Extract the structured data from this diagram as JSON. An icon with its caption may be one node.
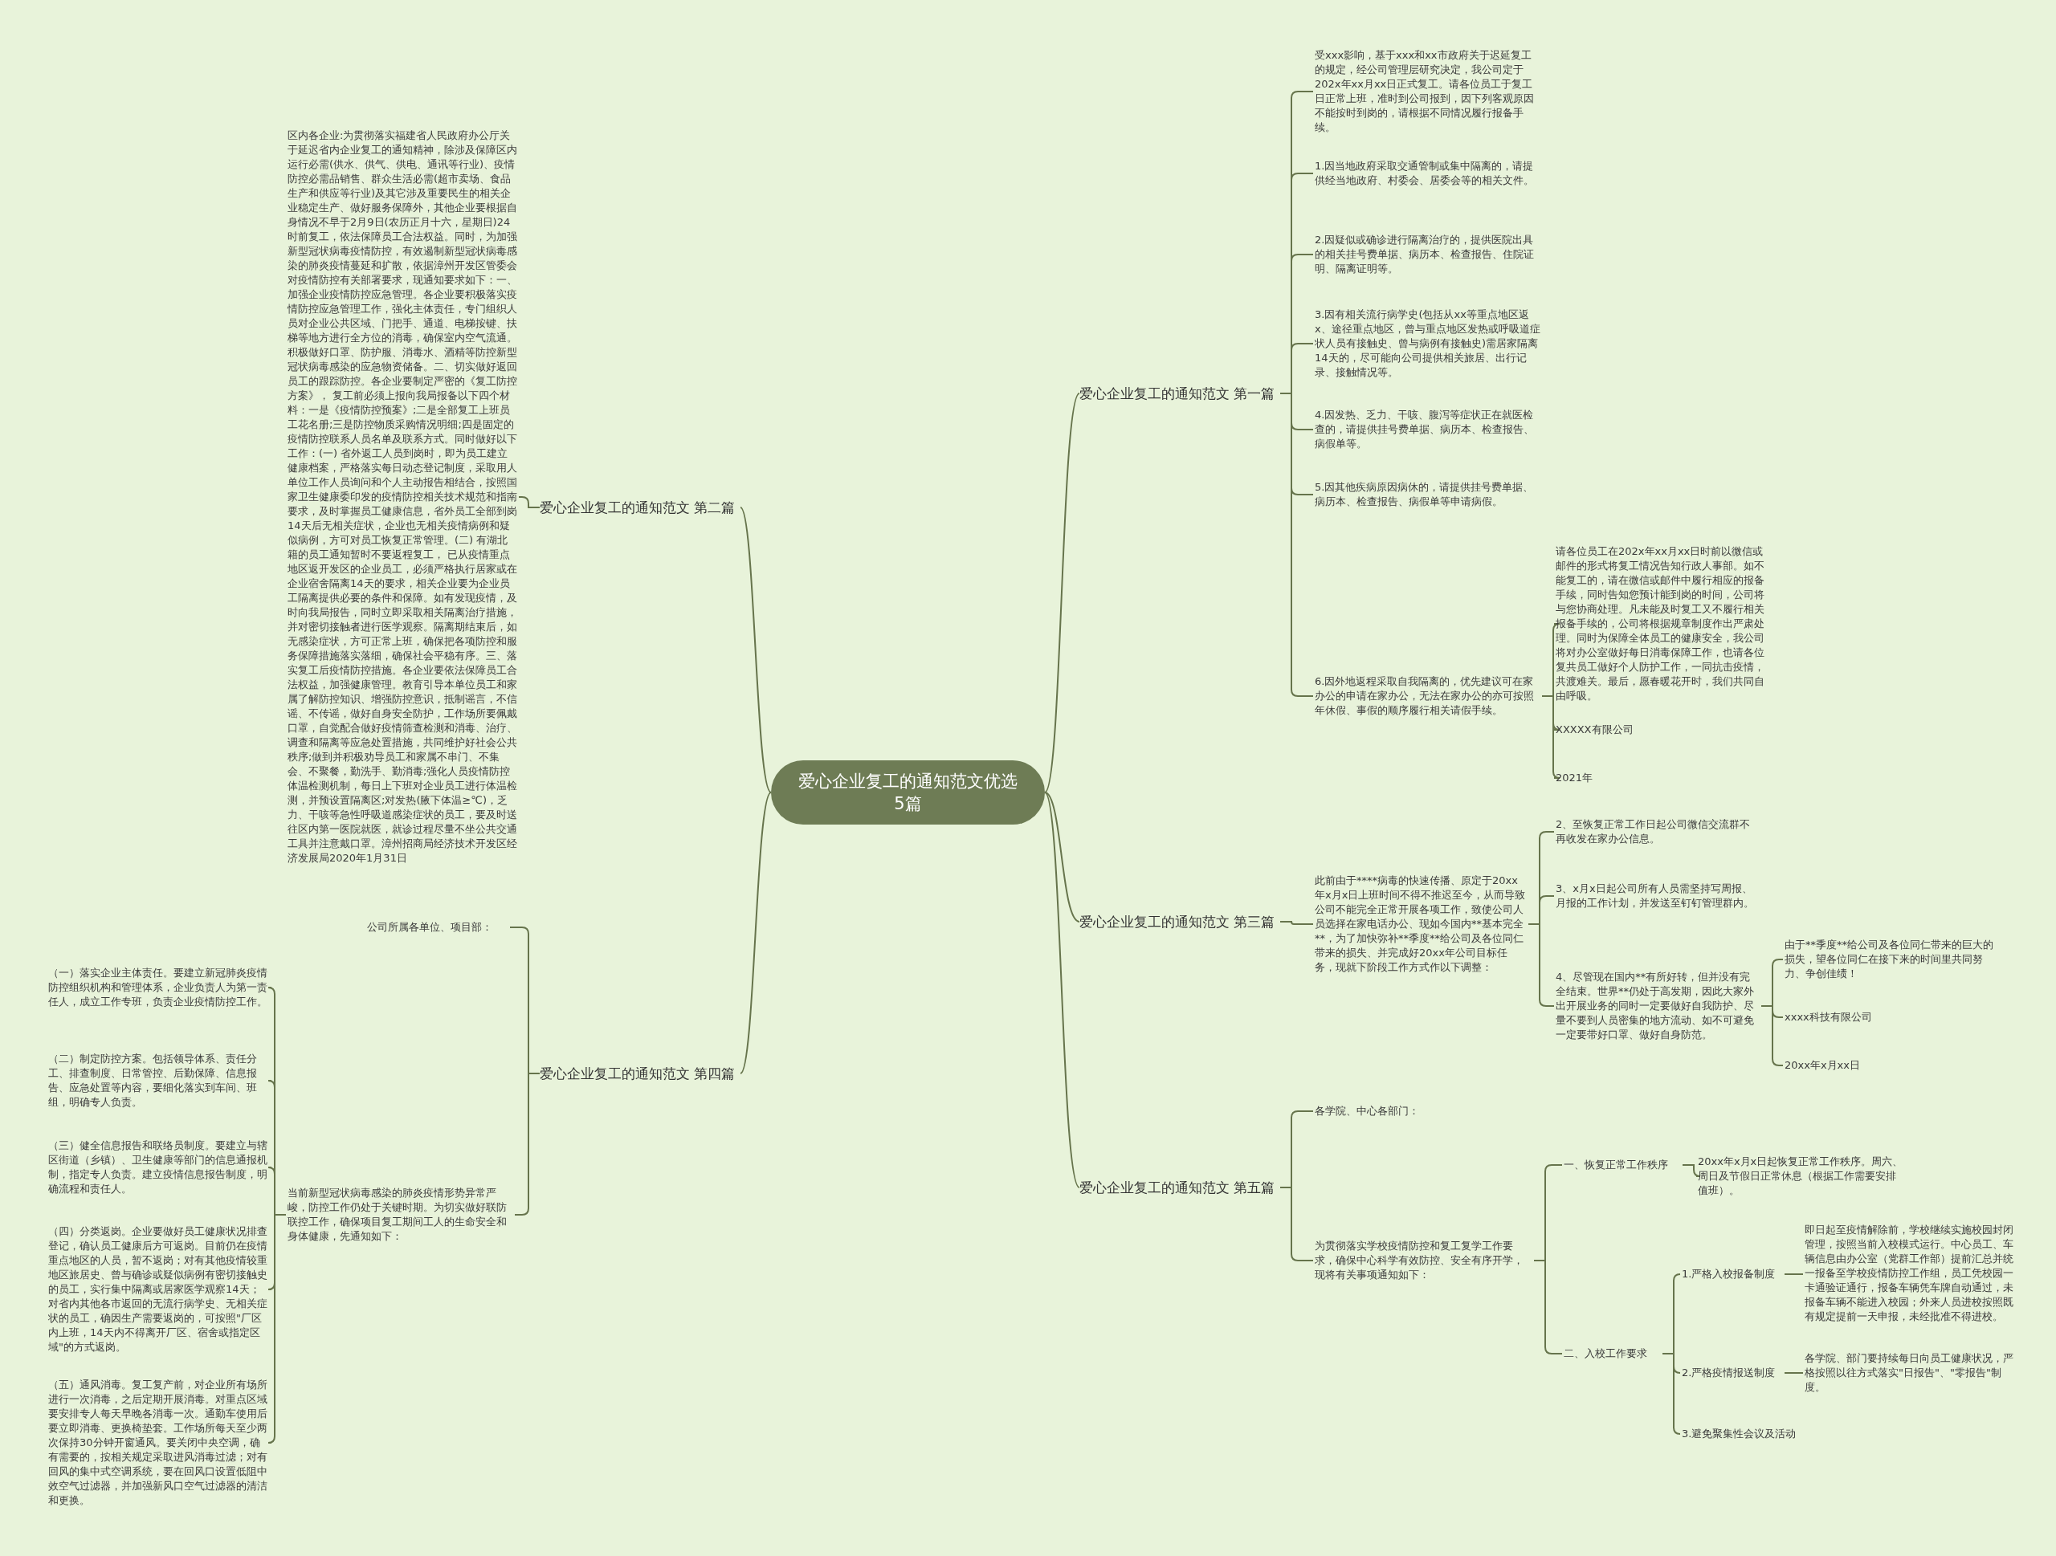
{
  "diagram": {
    "nodes": [
      {
        "text": [
          "爱心企业复工的通知范文优选5篇"
        ]
      },
      {
        "text": [
          "爱心企业复工的通知范文 第一篇"
        ]
      },
      {
        "text": [
          "受xxx影响，基于xxx和xx市政府关于迟延复工的规定，经公司管理层研究决定，我公司定于202x年xx月xx日正式复工。请各位员工于复工日正常上班，准时到公司报到，因下列客观原因不能按时到岗的，请根据不同情况履行报备手续。"
        ]
      },
      {
        "text": [
          "1.因当地政府采取交通管制或集中隔离的，请提供经当地政府、村委会、居委会等的相关文件。"
        ]
      },
      {
        "text": [
          "2.因疑似或确诊进行隔离治疗的，提供医院出具的相关挂号费单据、病历本、检查报告、住院证明、隔离证明等。"
        ]
      },
      {
        "text": [
          "3.因有相关流行病学史(包括从xx等重点地区返x、途径重点地区，曾与重点地区发热或呼吸道症状人员有接触史、曾与病例有接触史)需居家隔离14天的，尽可能向公司提供相关旅居、出行记录、接触情况等。"
        ]
      },
      {
        "text": [
          "4.因发热、乏力、干咳、腹泻等症状正在就医检查的，请提供挂号费单据、病历本、检查报告、病假单等。"
        ]
      },
      {
        "text": [
          "5.因其他疾病原因病休的，请提供挂号费单据、病历本、检查报告、病假单等申请病假。"
        ]
      },
      {
        "text": [
          "6.因外地返程采取自我隔离的，优先建议可在家办公的申请在家办公，无法在家办公的亦可按照年休假、事假的顺序履行相关请假手续。"
        ]
      },
      {
        "text": [
          "请各位员工在202x年xx月xx日时前以微信或邮件的形式将复工情况告知行政人事部。如不能复工的，请在微信或邮件中履行相应的报备手续，同时告知您预计能到岗的时间，公司将与您协商处理。凡未能及时复工又不履行相关报备手续的，公司将根据规章制度作出严肃处理。同时为保障全体员工的健康安全，我公司将对办公室做好每日消毒保障工作，也请各位复共员工做好个人防护工作，一同抗击疫情，共渡难关。最后，愿春暖花开时，我们共同自由呼吸。"
        ]
      },
      {
        "text": [
          "XXXXX有限公司"
        ]
      },
      {
        "text": [
          "2021年"
        ]
      },
      {
        "text": [
          "爱心企业复工的通知范文 第二篇"
        ]
      },
      {
        "text": [
          "区内各企业:为贯彻落实福建省人民政府办公厅关于延迟省内企业复工的通知精神，除涉及保障区内运行必需(供水、供气、供电、通讯等行业)、疫情防控必需品销售、群众生活必需(超市卖场、食品生产和供应等行业)及其它涉及重要民生的相关企业稳定生产、做好服务保障外，其他企业要根据自身情况不早于2月9日(农历正月十六，星期日)24时前复工，依法保障员工合法权益。同时，为加强新型冠状病毒疫情防控，有效遏制新型冠状病毒感染的肺炎疫情蔓延和扩散，依据漳州开发区管委会对疫情防控有关部署要求，现通知要求如下：一、加强企业疫情防控应急管理。各企业要积极落实疫情防控应急管理工作，强化主体责任，专门组织人员对企业公共区域、门把手、通道、电梯按键、扶梯等地方进行全方位的消毒，确保室内空气流通。积极做好口罩、防护服、消毒水、酒精等防控新型冠状病毒感染的应急物资储备。二、切实做好返回员工的跟踪防控。各企业要制定严密的《复工防控方案》， 复工前必须上报向我局报备以下四个材料：一是《疫情防控预案》;二是全部复工上班员工花名册;三是防控物质采购情况明细;四是固定的疫情防控联系人员名单及联系方式。同时做好以下工作：(一) 省外返工人员到岗时，即为员工建立健康档案，严格落实每日动态登记制度，采取用人单位工作人员询问和个人主动报告相结合，按照国家卫生健康委印发的疫情防控相关技术规范和指南要求，及时掌握员工健康信息，省外员工全部到岗14天后无相关症状，企业也无相关疫情病例和疑似病例，方可对员工恢复正常管理。(二) 有湖北籍的员工通知暂时不要返程复工， 已从疫情重点地区返开发区的企业员工，必须严格执行居家或在企业宿舍隔离14天的要求，相关企业要为企业员工隔离提供必要的条件和保障。如有发现疫情，及时向我局报告，同时立即采取相关隔离治疗措施，并对密切接触者进行医学观察。隔离期结束后，如无感染症状，方可正常上班，确保把各项防控和服务保障措施落实落细，确保社会平稳有序。三、落实复工后疫情防控措施。各企业要依法保障员工合法权益，加强健康管理。教育引导本单位员工和家属了解防控知识、增强防控意识，抵制谣言，不信谣、不传谣，做好自身安全防护，工作场所要佩戴口罩，自觉配合做好疫情筛查检测和消毒、治疗、调查和隔离等应急处置措施，共同维护好社会公共秩序;做到并积极劝导员工和家属不串门、不集会、不聚餐，勤洗手、勤消毒;强化人员疫情防控体温检测机制，每日上下班对企业员工进行体温检测，并预设置隔离区;对发热(腋下体温≥℃)，乏力、干咳等急性呼吸道感染症状的员工，要及时送往区内第一医院就医，就诊过程尽量不坐公共交通工具并注意戴口罩。漳州招商局经济技术开发区经济发展局2020年1月31日"
        ]
      },
      {
        "text": [
          "爱心企业复工的通知范文 第三篇"
        ]
      },
      {
        "text": [
          "此前由于****病毒的快速传播、原定于20xx年x月x日上班时间不得不推迟至今，从而导致公司不能完全正常开展各项工作，致使公司人员选择在家电话办公、现如今国内**基本完全**，为了加快弥补**季度**给公司及各位同仁带来的损失、并完成好20xx年公司目标任务，现就下阶段工作方式作以下调整："
        ]
      },
      {
        "text": [
          "2、至恢复正常工作日起公司微信交流群不再收发在家办公信息。"
        ]
      },
      {
        "text": [
          "3、x月x日起公司所有人员需坚持写周报、月报的工作计划，并发送至钉钉管理群内。"
        ]
      },
      {
        "text": [
          "4、尽管现在国内**有所好转，但并没有完全结束。世界**仍处于高发期，因此大家外出开展业务的同时一定要做好自我防护、尽量不要到人员密集的地方流动、如不可避免一定要带好口罩、做好自身防范。"
        ]
      },
      {
        "text": [
          "由于**季度**给公司及各位同仁带来的巨大的损失，望各位同仁在接下来的时间里共同努力、争创佳绩！"
        ]
      },
      {
        "text": [
          "xxxx科技有限公司"
        ]
      },
      {
        "text": [
          "20xx年x月xx日"
        ]
      },
      {
        "text": [
          "爱心企业复工的通知范文 第四篇"
        ]
      },
      {
        "text": [
          "公司所属各单位、项目部："
        ]
      },
      {
        "text": [
          "当前新型冠状病毒感染的肺炎疫情形势异常严峻，防控工作仍处于关键时期。为切实做好联防联控工作，确保项目复工期间工人的生命安全和身体健康，先通知如下："
        ]
      },
      {
        "text": [
          "（一）落实企业主体责任。要建立新冠肺炎疫情防控组织机构和管理体系，企业负责人为第一责任人，成立工作专班，负责企业疫情防控工作。"
        ]
      },
      {
        "text": [
          "（二）制定防控方案。包括领导体系、责任分工、排查制度、日常管控、后勤保障、信息报告、应急处置等内容，要细化落实到车间、班组，明确专人负责。"
        ]
      },
      {
        "text": [
          "（三）健全信息报告和联络员制度。要建立与辖区街道（乡镇）、卫生健康等部门的信息通报机制，指定专人负责。建立疫情信息报告制度，明确流程和责任人。"
        ]
      },
      {
        "text": [
          "（四）分类返岗。企业要做好员工健康状况排查登记，确认员工健康后方可返岗。目前仍在疫情重点地区的人员，暂不返岗；对有其他疫情较重地区旅居史、曾与确诊或疑似病例有密切接触史的员工，实行集中隔离或居家医学观察14天；对省内其他各市返回的无流行病学史、无相关症状的员工，确因生产需要返岗的，可按照\"厂区内上班，14天内不得离开厂区、宿舍或指定区域\"的方式返岗。"
        ]
      },
      {
        "text": [
          "（五）通风消毒。复工复产前，对企业所有场所进行一次消毒，之后定期开展消毒。对重点区域要安排专人每天早晚各消毒一次。通勤车使用后要立即消毒、更换椅垫套。工作场所每天至少两次保持30分钟开窗通风。要关闭中央空调，确有需要的，按相关规定采取进风消毒过滤；对有回风的集中式空调系统，要在回风口设置低阻中效空气过滤器，并加强新风口空气过滤器的清洁和更换。"
        ]
      },
      {
        "text": [
          "爱心企业复工的通知范文 第五篇"
        ]
      },
      {
        "text": [
          "各学院、中心各部门："
        ]
      },
      {
        "text": [
          "为贯彻落实学校疫情防控和复工复学工作要求，确保中心科学有效防控、安全有序开学，现将有关事项通知如下："
        ]
      },
      {
        "text": [
          "一、恢复正常工作秩序"
        ]
      },
      {
        "text": [
          "20xx年x月x日起恢复正常工作秩序。周六、周日及节假日正常休息（根据工作需要安排值班）。"
        ]
      },
      {
        "text": [
          "二、入校工作要求"
        ]
      },
      {
        "text": [
          "1.严格入校报备制度"
        ]
      },
      {
        "text": [
          "即日起至疫情解除前，学校继续实施校园封闭管理，按照当前入校模式运行。中心员工、车辆信息由办公室（党群工作部）提前汇总并统一报备至学校疫情防控工作组，员工凭校园一卡通验证通行，报备车辆凭车牌自动通过，未报备车辆不能进入校园；外来人员进校按照既有规定提前一天申报，未经批准不得进校。"
        ]
      },
      {
        "text": [
          "2.严格疫情报送制度"
        ]
      },
      {
        "text": [
          "各学院、部门要持续每日向员工健康状况，严格按照以往方式落实\"日报告\"、\"零报告\"制度。"
        ]
      },
      {
        "text": [
          "3.避免聚集性会议及活动"
        ]
      }
    ],
    "edges": [
      {
        "from": 0,
        "to": 1,
        "arrow": "none"
      },
      {
        "from": 1,
        "to": 2,
        "arrow": "none"
      },
      {
        "from": 1,
        "to": 3,
        "arrow": "none"
      },
      {
        "from": 1,
        "to": 4,
        "arrow": "none"
      },
      {
        "from": 1,
        "to": 5,
        "arrow": "none"
      },
      {
        "from": 1,
        "to": 6,
        "arrow": "none"
      },
      {
        "from": 1,
        "to": 7,
        "arrow": "none"
      },
      {
        "from": 1,
        "to": 8,
        "arrow": "none"
      },
      {
        "from": 8,
        "to": 9,
        "arrow": "none"
      },
      {
        "from": 8,
        "to": 10,
        "arrow": "none"
      },
      {
        "from": 8,
        "to": 11,
        "arrow": "none"
      },
      {
        "from": 0,
        "to": 12,
        "arrow": "none"
      },
      {
        "from": 12,
        "to": 13,
        "arrow": "none"
      },
      {
        "from": 0,
        "to": 14,
        "arrow": "none"
      },
      {
        "from": 14,
        "to": 15,
        "arrow": "none"
      },
      {
        "from": 15,
        "to": 16,
        "arrow": "none"
      },
      {
        "from": 15,
        "to": 17,
        "arrow": "none"
      },
      {
        "from": 15,
        "to": 18,
        "arrow": "none"
      },
      {
        "from": 18,
        "to": 19,
        "arrow": "none"
      },
      {
        "from": 18,
        "to": 20,
        "arrow": "none"
      },
      {
        "from": 18,
        "to": 21,
        "arrow": "none"
      },
      {
        "from": 0,
        "to": 22,
        "arrow": "none"
      },
      {
        "from": 22,
        "to": 23,
        "arrow": "none"
      },
      {
        "from": 22,
        "to": 24,
        "arrow": "none"
      },
      {
        "from": 24,
        "to": 25,
        "arrow": "none"
      },
      {
        "from": 24,
        "to": 26,
        "arrow": "none"
      },
      {
        "from": 24,
        "to": 27,
        "arrow": "none"
      },
      {
        "from": 24,
        "to": 28,
        "arrow": "none"
      },
      {
        "from": 24,
        "to": 29,
        "arrow": "none"
      },
      {
        "from": 0,
        "to": 30,
        "arrow": "none"
      },
      {
        "from": 30,
        "to": 31,
        "arrow": "none"
      },
      {
        "from": 30,
        "to": 32,
        "arrow": "none"
      },
      {
        "from": 32,
        "to": 33,
        "arrow": "none"
      },
      {
        "from": 33,
        "to": 34,
        "arrow": "none"
      },
      {
        "from": 32,
        "to": 35,
        "arrow": "none"
      },
      {
        "from": 35,
        "to": 36,
        "arrow": "none"
      },
      {
        "from": 36,
        "to": 37,
        "arrow": "none"
      },
      {
        "from": 35,
        "to": 38,
        "arrow": "none"
      },
      {
        "from": 38,
        "to": 39,
        "arrow": "none"
      },
      {
        "from": 35,
        "to": 40,
        "arrow": "none"
      }
    ]
  }
}
